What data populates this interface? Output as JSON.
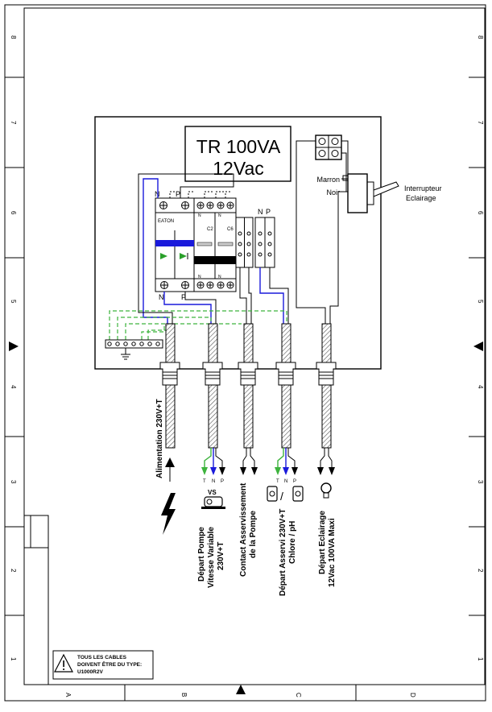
{
  "frame": {
    "row_labels": [
      "8",
      "7",
      "6",
      "5",
      "4",
      "3",
      "2",
      "1"
    ],
    "col_labels": [
      "A",
      "B",
      "C",
      "D"
    ]
  },
  "transformer": {
    "line1": "TR 100VA",
    "line2": "12Vac"
  },
  "switch": {
    "wire1": "Marron",
    "wire2": "Noir",
    "label_line1": "Interrupteur",
    "label_line2": "Eclairage"
  },
  "breaker": {
    "brand": "EATON",
    "top_n": "N",
    "top_p": "P",
    "bot_n": "N",
    "bot_p": "P",
    "c2": "C2",
    "c6": "C6",
    "np_n": "N",
    "np_p": "P",
    "small_n1": "N",
    "small_n2": "N",
    "small_n3": "N",
    "small_n4": "N"
  },
  "outputs": [
    {
      "id": "alimentation",
      "line1": "Alimentation 230V+T"
    },
    {
      "id": "pompe",
      "line1": "Départ Pompe",
      "line2": "Vitesse Variable",
      "line3": "230V+T",
      "symbol": "VS",
      "terms": [
        "T",
        "N",
        "P"
      ]
    },
    {
      "id": "contact",
      "line1": "Contact Asservissement",
      "line2": "de la Pompe"
    },
    {
      "id": "asservi",
      "line1": "Départ Asservi 230V+T",
      "line2": "Chlore / pH",
      "separator": "/",
      "terms": [
        "T",
        "N",
        "P"
      ]
    },
    {
      "id": "eclairage",
      "line1": "Départ Eclairage",
      "line2": "12Vac 100VA Maxi"
    }
  ],
  "warning": {
    "line1": "TOUS LES CABLES",
    "line2": "DOIVENT ÊTRE DU TYPE:",
    "line3": "U1000R2V"
  },
  "colors": {
    "earth": "#3db33d",
    "neutral": "#1a1adb",
    "phase": "#000000"
  }
}
